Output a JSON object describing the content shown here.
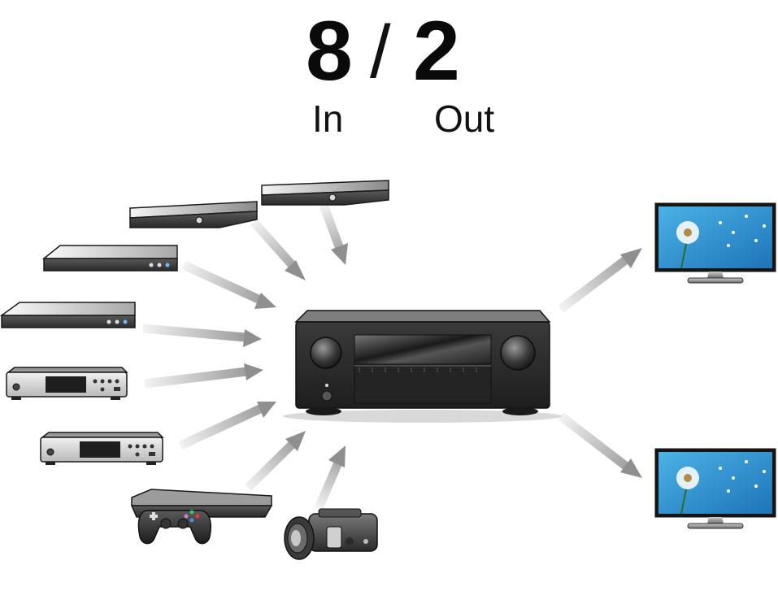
{
  "header": {
    "in_count": "8",
    "separator": "/",
    "out_count": "2",
    "in_label": "In",
    "out_label": "Out"
  },
  "diagram": {
    "inputs": [
      {
        "id": "set-top-box-upper",
        "icon": "set-top-box-icon"
      },
      {
        "id": "set-top-box-lower",
        "icon": "set-top-box-icon"
      },
      {
        "id": "bluray-player-1",
        "icon": "disc-player-icon"
      },
      {
        "id": "bluray-player-2",
        "icon": "disc-player-icon"
      },
      {
        "id": "cd-player-1",
        "icon": "cd-player-icon"
      },
      {
        "id": "cd-player-2",
        "icon": "cd-player-icon"
      },
      {
        "id": "game-console",
        "icon": "game-console-icon"
      },
      {
        "id": "camcorder",
        "icon": "camcorder-icon"
      }
    ],
    "hub": {
      "id": "av-receiver",
      "icon": "av-receiver-icon"
    },
    "outputs": [
      {
        "id": "tv-1",
        "icon": "tv-icon"
      },
      {
        "id": "tv-2",
        "icon": "tv-icon"
      }
    ],
    "colors": {
      "arrow_start": "#f2f2f2",
      "arrow_end": "#8c8c8c",
      "device_dark": "#2b2b2b",
      "device_mid": "#6e6e6e",
      "device_light": "#d9d9d9",
      "screen_blue": "#3da0d8"
    }
  }
}
